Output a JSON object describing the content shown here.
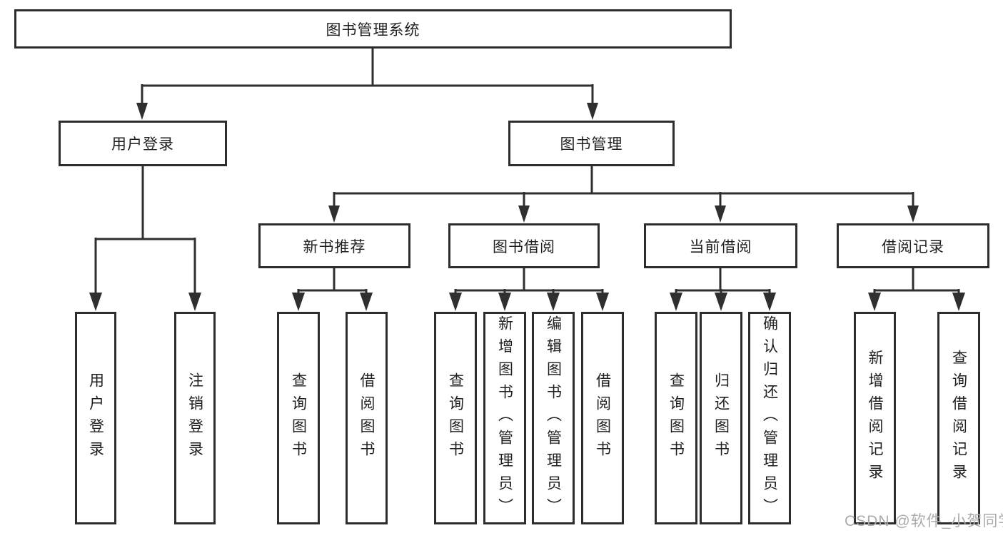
{
  "diagram_title": "图书管理系统",
  "tree": {
    "label": "图书管理系统",
    "children": [
      {
        "label": "用户登录",
        "children": [
          {
            "label": "用户登录"
          },
          {
            "label": "注销登录"
          }
        ]
      },
      {
        "label": "图书管理",
        "children": [
          {
            "label": "新书推荐",
            "children": [
              {
                "label": "查询图书"
              },
              {
                "label": "借阅图书"
              }
            ]
          },
          {
            "label": "图书借阅",
            "children": [
              {
                "label": "查询图书"
              },
              {
                "label": "新增图书（管理员）"
              },
              {
                "label": "编辑图书（管理员）"
              },
              {
                "label": "借阅图书"
              }
            ]
          },
          {
            "label": "当前借阅",
            "children": [
              {
                "label": "查询图书"
              },
              {
                "label": "归还图书"
              },
              {
                "label": "确认归还（管理员）"
              }
            ]
          },
          {
            "label": "借阅记录",
            "children": [
              {
                "label": "新增借阅记录"
              },
              {
                "label": "查询借阅记录"
              }
            ]
          }
        ]
      }
    ]
  },
  "watermark": "CSDN @软件_小贺同学",
  "colors": {
    "line": "#2f2f2f",
    "box_border": "#2d2d2d",
    "text": "#1f1f1f",
    "watermark": "#ababab",
    "background": "#ffffff"
  }
}
